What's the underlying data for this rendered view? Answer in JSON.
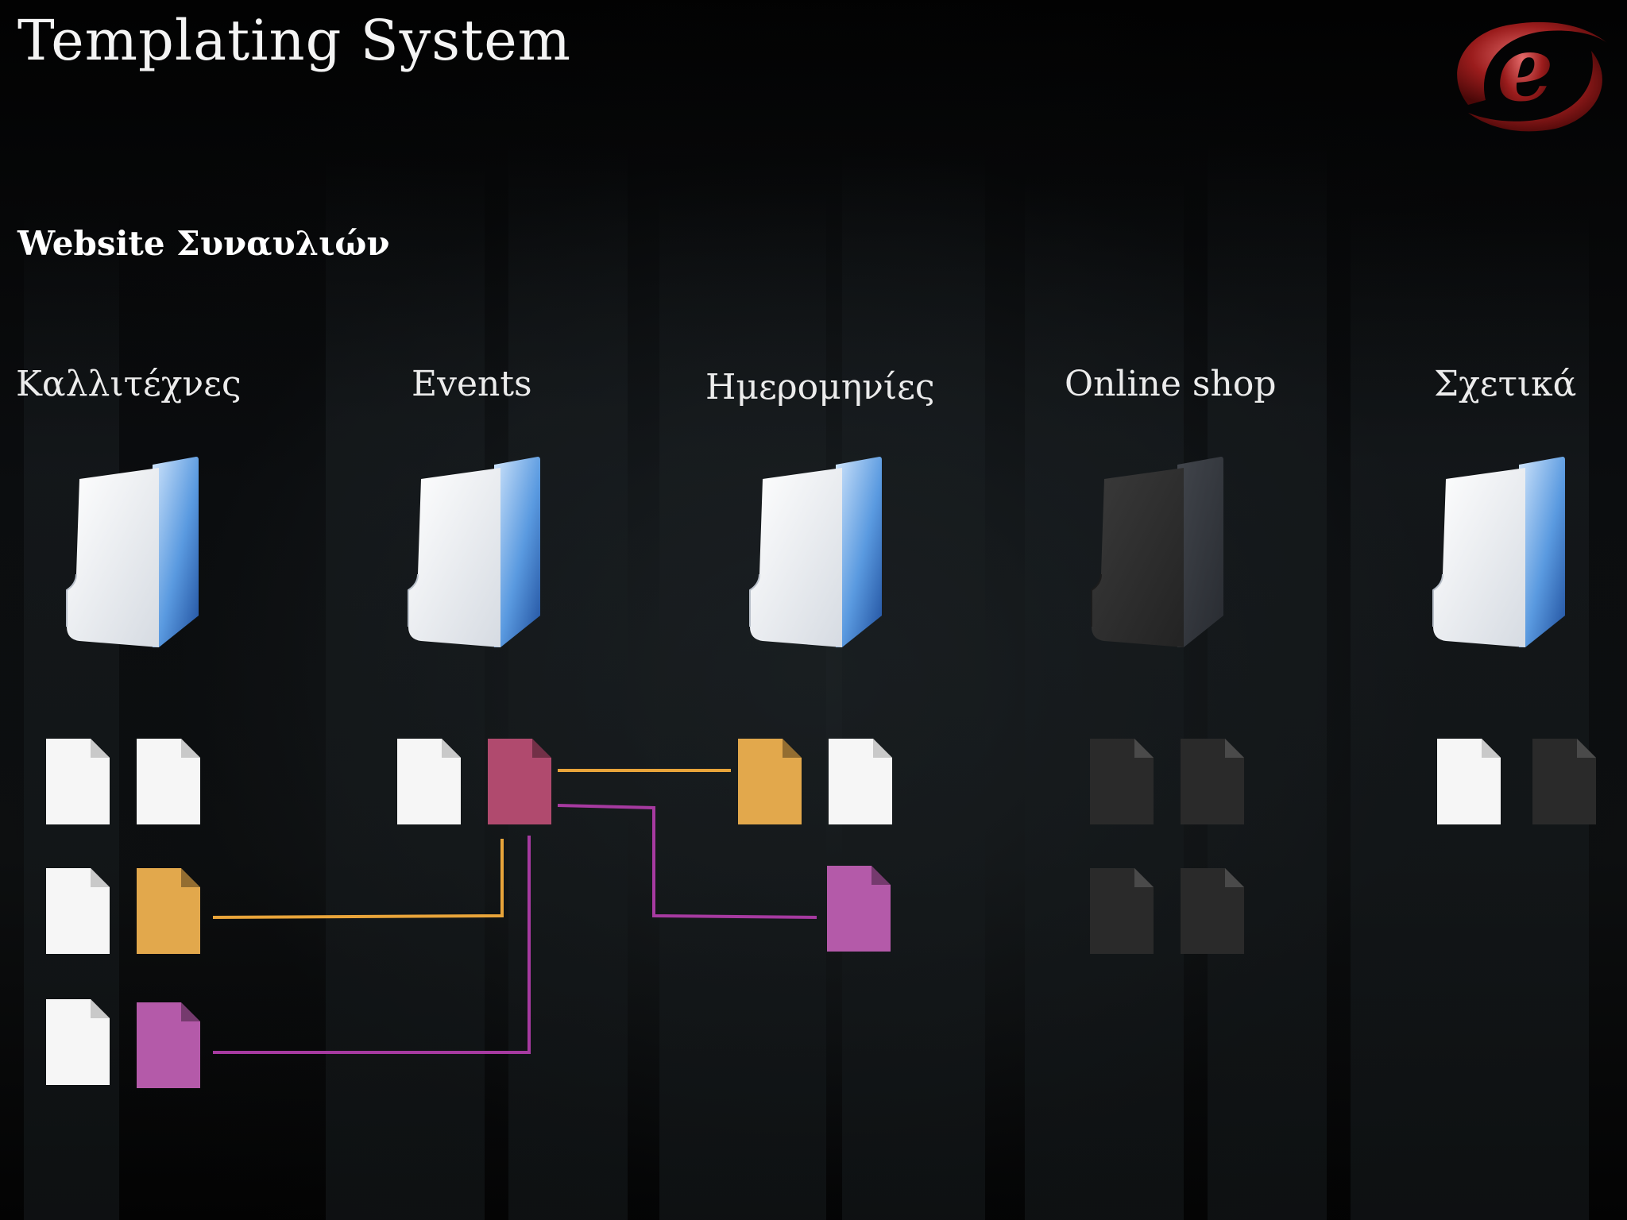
{
  "slide": {
    "title": "Templating System",
    "subtitle": "Website Συναυλιών"
  },
  "logo": {
    "icon": "e-logo-icon",
    "color": "#9a1c1c"
  },
  "sections": [
    {
      "label": "Καλλιτέχνες",
      "folder": "active"
    },
    {
      "label": "Events",
      "folder": "active"
    },
    {
      "label": "Ημερομηνίες",
      "folder": "active"
    },
    {
      "label": "Online shop",
      "folder": "dimmed"
    },
    {
      "label": "Σχετικά",
      "folder": "active"
    }
  ],
  "colors": {
    "page_white": "#f6f6f6",
    "page_dark": "#2a2a2a",
    "page_orange": "#e2a84c",
    "page_pink": "#b04a6e",
    "page_magenta": "#b45aa9",
    "link_orange": "#e8a43a",
    "link_magenta": "#a63aa0",
    "folder_blue": "#5a9ae0"
  }
}
